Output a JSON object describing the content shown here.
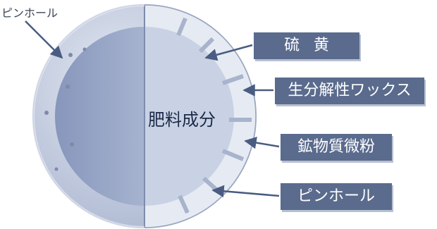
{
  "top_label": "ピンホール",
  "core_label": "肥料成分",
  "callouts": [
    {
      "id": "sulfur",
      "text": "硫黄"
    },
    {
      "id": "wax",
      "text": "生分解性ワックス"
    },
    {
      "id": "mineral",
      "text": "鉱物質微粉"
    },
    {
      "id": "pinhole",
      "text": "ピンホール"
    }
  ],
  "colors": {
    "shell_light": "#d9e0ec",
    "core_dark": "#95a4c6",
    "core_light": "#c3cde0",
    "label_fill": "#5a6b8d",
    "arrow": "#4a5c82"
  }
}
